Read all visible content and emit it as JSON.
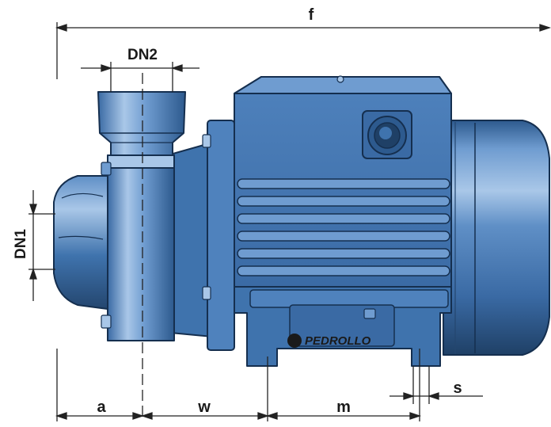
{
  "dimensions": {
    "f": "f",
    "dn2": "DN2",
    "dn1": "DN1",
    "a": "a",
    "w": "w",
    "m": "m",
    "s": "s"
  },
  "brand": {
    "logo_text": "PEDROLLO"
  },
  "colors": {
    "pump_body": "#3f73ad",
    "pump_light": "#7fa6d4",
    "pump_dark": "#24466f",
    "outline": "#152f4f",
    "dimension_line": "#222222"
  },
  "icons": {
    "brand_logo": "pedrollo-logo"
  }
}
